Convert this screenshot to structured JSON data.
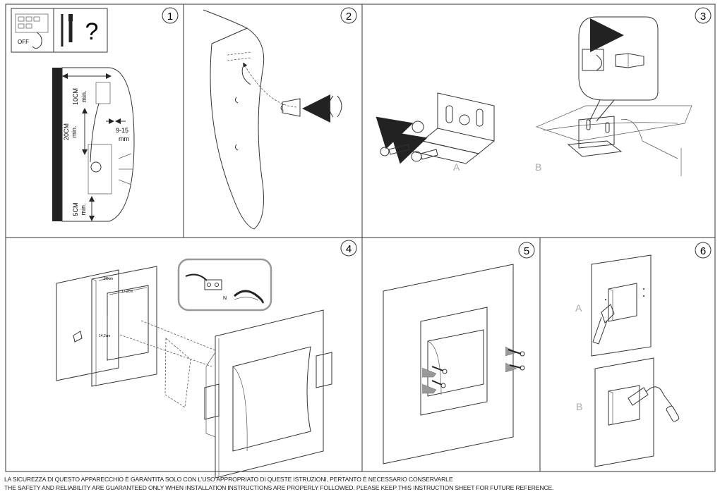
{
  "steps": [
    {
      "number": "1",
      "labels": {
        "off": "OFF",
        "dim_top": "10CM",
        "dim_top_min": "min.",
        "dim_mid": "20CM",
        "dim_mid_min": "min.",
        "dim_depth": "9-15",
        "dim_depth_unit": "mm",
        "dim_bottom": "5CM",
        "dim_bottom_min": "min.",
        "question": "?"
      }
    },
    {
      "number": "2"
    },
    {
      "number": "3",
      "labels": {
        "a": "A",
        "b": "B"
      }
    },
    {
      "number": "4",
      "labels": {
        "dim_depth": "6Ocm",
        "dim_width": "17,2cm",
        "dim_height": "14,2cm",
        "neutral": "N"
      }
    },
    {
      "number": "5"
    },
    {
      "number": "6",
      "labels": {
        "a": "A",
        "b": "B"
      }
    }
  ],
  "footer": {
    "it": "LA SICUREZZA DI QUESTO APPARECCHIO È GARANTITA SOLO CON L'USO APPROPRIATO DI QUESTE ISTRUZIONI, PERTANTO È NECESSARIO CONSERVARLE",
    "en": "THE SAFETY AND RELIABILITY ARE GUARANTEED ONLY WHEN INSTALLATION INSTRUCTIONS ARE PROPERLY FOLLOWED. PLEASE KEEP THIS INSTRUCTION SHEET FOR FUTURE REFERENCE."
  }
}
